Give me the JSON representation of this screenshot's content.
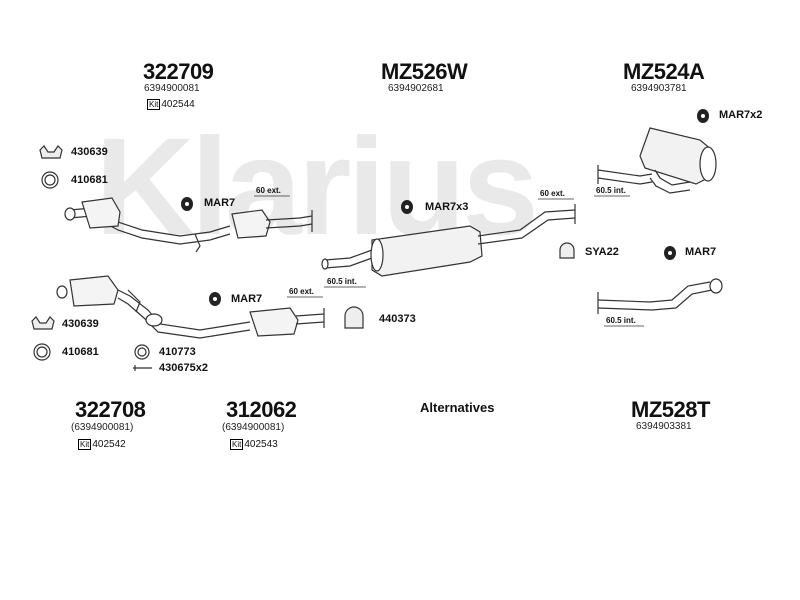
{
  "brand_watermark": "Klarius",
  "groups": [
    {
      "code": "322709",
      "ref": "6394900081",
      "kit": "402544"
    },
    {
      "code": "MZ526W",
      "ref": "6394902681"
    },
    {
      "code": "MZ524A",
      "ref": "6394903781"
    },
    {
      "code": "322708",
      "ref": "(6394900081)",
      "kit": "402542"
    },
    {
      "code": "312062",
      "ref": "(6394900081)",
      "kit": "402543"
    },
    {
      "code": "MZ528T",
      "ref": "6394903381"
    }
  ],
  "kit_tag": "Kit",
  "parts": {
    "p430639a": "430639",
    "p410681a": "410681",
    "mar7a": "MAR7",
    "mar7x3": "MAR7x3",
    "mar7x2": "MAR7x2",
    "sya22": "SYA22",
    "mar7b": "MAR7",
    "mar7c": "MAR7",
    "p440373": "440373",
    "p430639b": "430639",
    "p410681b": "410681",
    "p410773": "410773",
    "p430675": "430675x2"
  },
  "pipe_labels": {
    "ext60a": "60 ext.",
    "ext60b": "60 ext.",
    "ext60c": "60 ext.",
    "int605a": "60.5 int.",
    "int605b": "60.5 int.",
    "int605c": "60.5 int."
  },
  "alternatives_label": "Alternatives",
  "colors": {
    "line": "#333333",
    "watermark": "#e9e9e9"
  }
}
